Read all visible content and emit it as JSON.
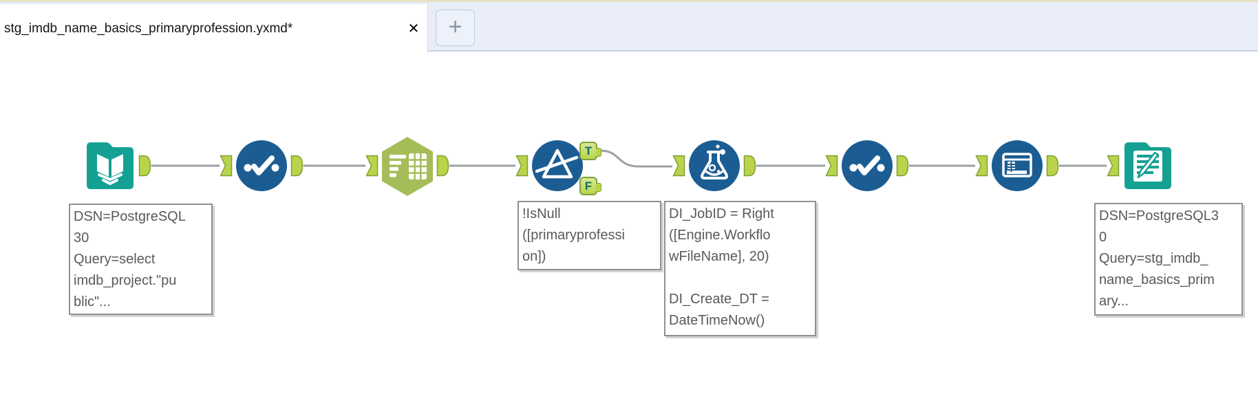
{
  "tab_bar": {
    "active_tab": {
      "title": "stg_imdb_name_basics_primaryprofession.yxmd*",
      "close_label": "✕"
    },
    "new_tab_label": "+"
  },
  "workflow": {
    "tools": [
      {
        "icon": "input-book-icon",
        "annotation": "DSN=PostgreSQL\n30\nQuery=select\nimdb_project.\"pu\nblic\"..."
      },
      {
        "icon": "select-check-icon"
      },
      {
        "icon": "columns-table-icon"
      },
      {
        "icon": "filter-triangle-icon",
        "annotation": "!IsNull\n([primaryprofessi\non])",
        "outputs": {
          "true_label": "T",
          "false_label": "F"
        }
      },
      {
        "icon": "formula-flask-icon",
        "annotation": "DI_JobID = Right\n([Engine.Workflo\nwFileName], 20)\n\nDI_Create_DT =\nDateTimeNow()"
      },
      {
        "icon": "select-check-icon"
      },
      {
        "icon": "window-table-icon"
      },
      {
        "icon": "output-paper-pencil-icon",
        "annotation": "DSN=PostgreSQL3\n0\nQuery=stg_imdb_\nname_basics_prim\nary..."
      }
    ],
    "colors": {
      "tool_blue": "#1b5d93",
      "tool_teal": "#14a193",
      "tool_green": "#a5bd59",
      "anchor_green": "#b9d44b",
      "anchor_border": "#7fa037",
      "wire_gray": "#9da0a3",
      "tabbar_bg": "#e9edf8"
    }
  }
}
